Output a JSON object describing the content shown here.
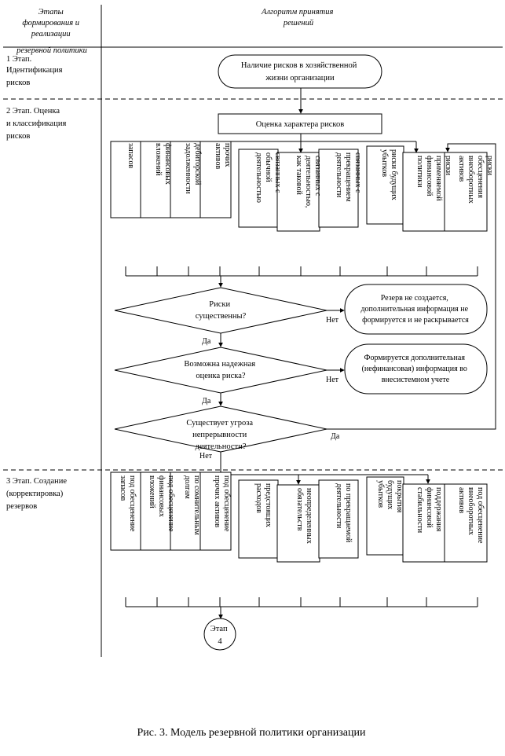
{
  "header": {
    "left": [
      "Этапы",
      "формирования и",
      "реализации",
      "резервной политики"
    ],
    "right": [
      "Алгоритм принятия",
      "решений"
    ]
  },
  "stages": {
    "s1": [
      "1 Этап.",
      "Идентификация",
      "рисков"
    ],
    "s2": [
      "2 Этап. Оценка",
      "и классификация",
      "рисков"
    ],
    "s3": [
      "3 Этап. Создание",
      "(корректировка)",
      "резервов"
    ]
  },
  "flow": {
    "start": [
      "Наличие рисков в хозяйственной",
      "жизни организации"
    ],
    "assess": "Оценка характера рисков",
    "d1": [
      "Риски",
      "существенны?"
    ],
    "d2": [
      "Возможна надежная",
      "оценка риска?"
    ],
    "d3": [
      "Существует угроза",
      "непрерывности",
      "деятельности?"
    ],
    "r1": [
      "Резерв не создается,",
      "дополнительная информация не",
      "формируется и не раскрывается"
    ],
    "r2": [
      "Формируется дополнительная",
      "(нефинансовая) информация во",
      "внесистемном учете"
    ],
    "yes": "Да",
    "no": "Нет",
    "end": [
      "Этап",
      "4"
    ]
  },
  "risk_groups": [
    [
      [
        "запасов"
      ],
      [
        "финансовых",
        "вложений"
      ],
      [
        "дебиторской",
        "задолженности"
      ],
      [
        "прочих",
        "активов"
      ]
    ],
    [
      [
        "связанных с",
        "обычной",
        "деятельностью"
      ],
      [
        "связанных с",
        "деятельностью,",
        "как таковой"
      ],
      [
        "связанных с",
        "прекращением",
        "деятельности"
      ]
    ],
    [
      [
        "риски будущих",
        "убытков"
      ],
      [
        "риски",
        "применяемой",
        "финансовой",
        "политики"
      ],
      [
        "риски",
        "обесценения",
        "внеоборотных",
        "активов"
      ]
    ]
  ],
  "reserve_groups": [
    [
      [
        "под обесценение",
        "запасов"
      ],
      [
        "под обесценение",
        "финансовых",
        "вложений"
      ],
      [
        "по сомнительным",
        "долгам"
      ],
      [
        "под обесценение",
        "прочих активов"
      ]
    ],
    [
      [
        "предстоящих",
        "расходов"
      ],
      [
        "неопределенных",
        "обязательств"
      ],
      [
        "по прекращаемой",
        "деятельности"
      ]
    ],
    [
      [
        "покрытия",
        "будущих",
        "убытков"
      ],
      [
        "поддержания",
        "финансовой",
        "стабильности"
      ],
      [
        "под обесценение",
        "внеоборотных",
        "активов"
      ]
    ]
  ],
  "caption": "Рис. 3. Модель резервной политики организации"
}
